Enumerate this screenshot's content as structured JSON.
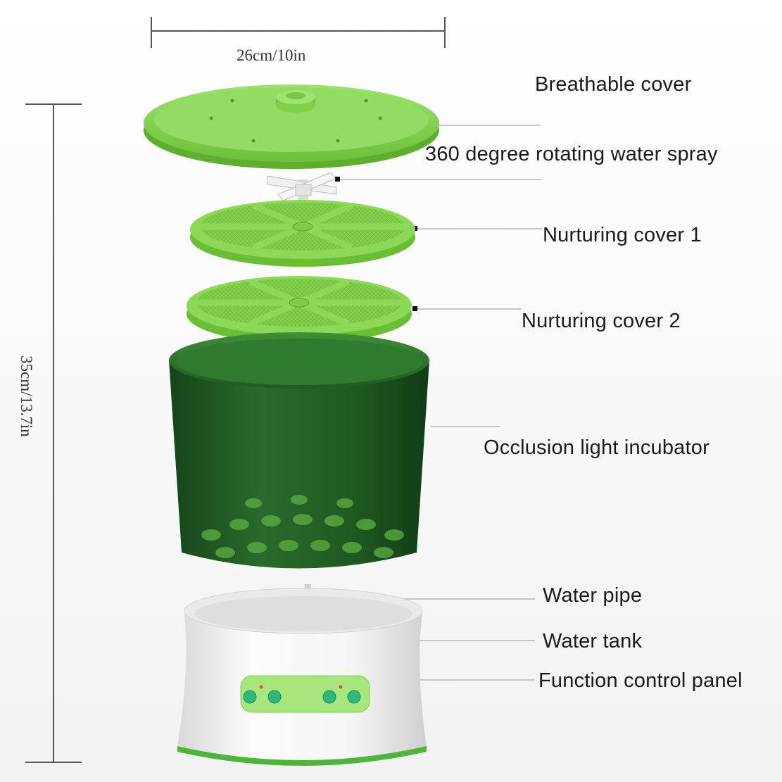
{
  "dimensions": {
    "width": "26cm/10in",
    "height": "35cm/13.7in"
  },
  "labels": {
    "breathable_cover": "Breathable cover",
    "water_spray": "360 degree rotating water spray",
    "nurturing_cover_1": "Nurturing cover 1",
    "nurturing_cover_2": "Nurturing cover 2",
    "incubator": "Occlusion light incubator",
    "water_pipe": "Water pipe",
    "water_tank": "Water tank",
    "control_panel": "Function control panel"
  },
  "colors": {
    "lid_green": "#7fd14b",
    "tray_green": "#84d04c",
    "bucket_green": "#1f5a22",
    "base_white": "#f3f3f3",
    "panel_green": "#a7e67c",
    "knob_green": "#2eb87a"
  }
}
